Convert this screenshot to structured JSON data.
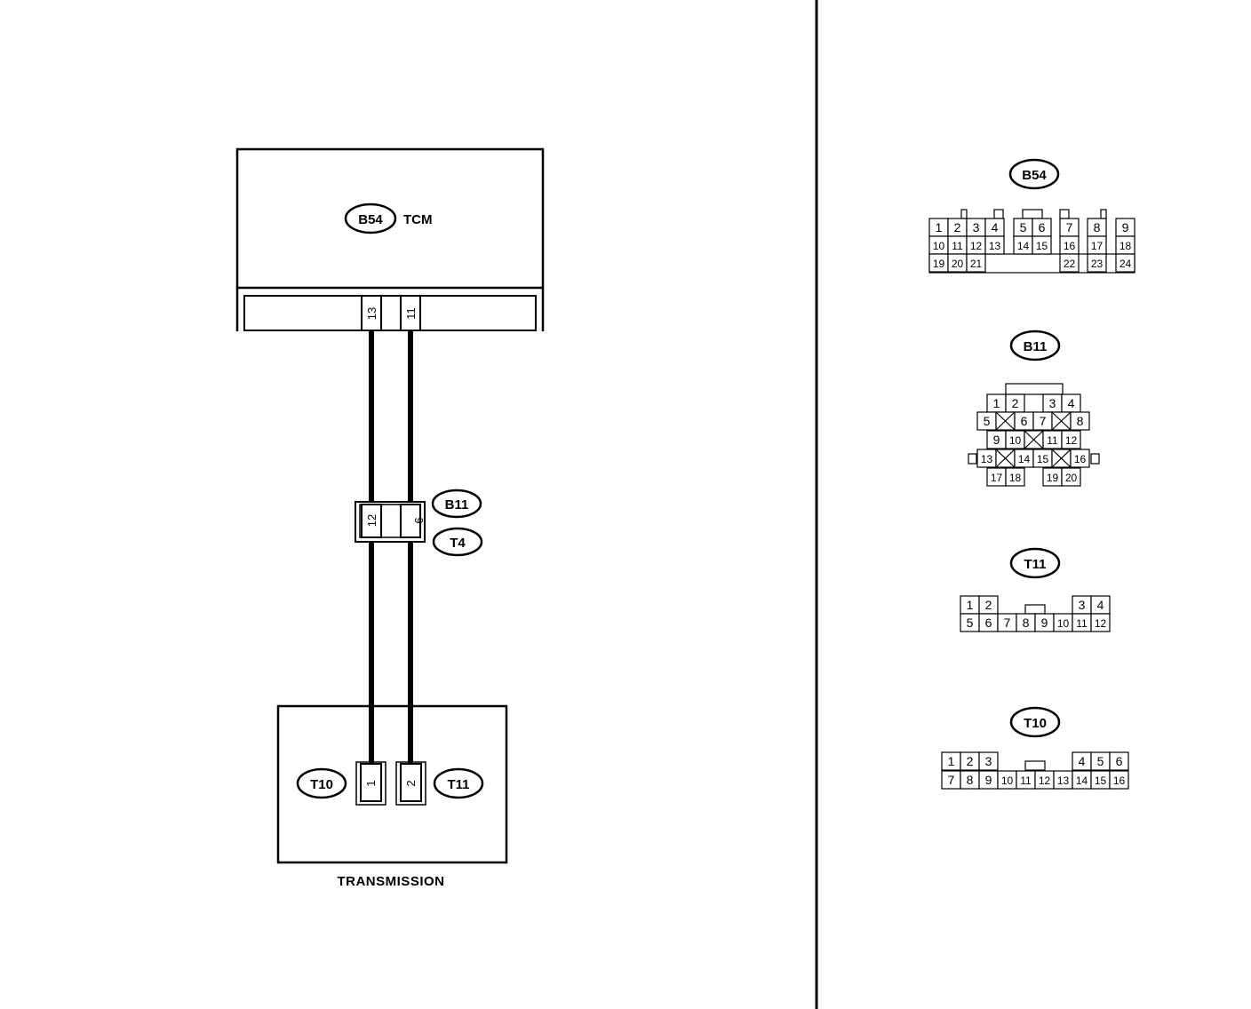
{
  "tcm": {
    "connector_id": "B54",
    "name": "TCM",
    "pins": [
      "13",
      "11"
    ]
  },
  "joint": {
    "connector_ids": [
      "B11",
      "T4"
    ],
    "pins": [
      "12",
      "9"
    ]
  },
  "transmission": {
    "name": "TRANSMISSION",
    "left_connector": "T10",
    "right_connector": "T11",
    "left_pin": "1",
    "right_pin": "2"
  },
  "connectors": {
    "b54": {
      "id": "B54",
      "pins": [
        "1",
        "2",
        "3",
        "4",
        "5",
        "6",
        "7",
        "8",
        "9",
        "10",
        "11",
        "12",
        "13",
        "14",
        "15",
        "16",
        "17",
        "18",
        "19",
        "20",
        "21",
        "22",
        "23",
        "24"
      ]
    },
    "b11": {
      "id": "B11",
      "pins": [
        "1",
        "2",
        "3",
        "4",
        "5",
        "6",
        "7",
        "8",
        "9",
        "10",
        "11",
        "12",
        "13",
        "14",
        "15",
        "16",
        "17",
        "18",
        "19",
        "20"
      ]
    },
    "t11": {
      "id": "T11",
      "pins": [
        "1",
        "2",
        "3",
        "4",
        "5",
        "6",
        "7",
        "8",
        "9",
        "10",
        "11",
        "12"
      ]
    },
    "t10": {
      "id": "T10",
      "pins": [
        "1",
        "2",
        "3",
        "4",
        "5",
        "6",
        "7",
        "8",
        "9",
        "10",
        "11",
        "12",
        "13",
        "14",
        "15",
        "16"
      ]
    }
  }
}
